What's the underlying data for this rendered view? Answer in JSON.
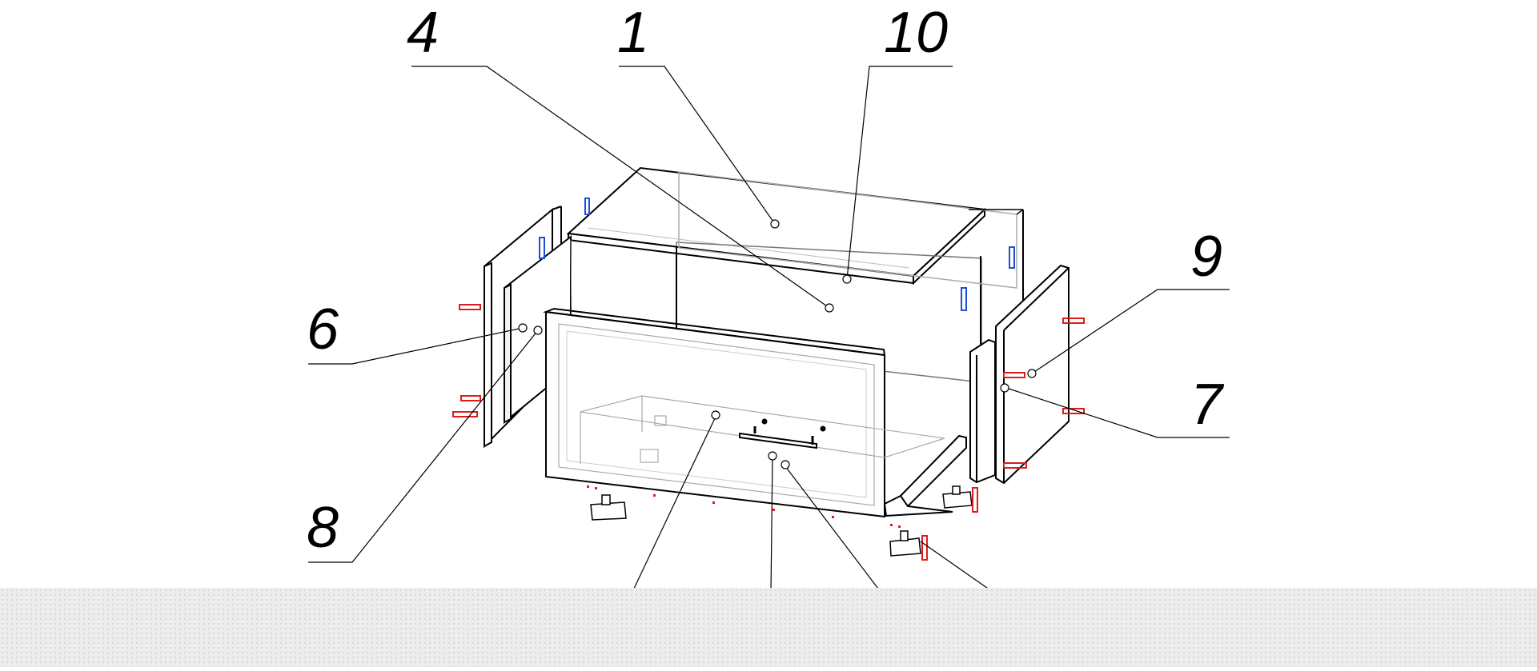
{
  "diagram": {
    "callouts": [
      {
        "id": "4",
        "text": "4"
      },
      {
        "id": "1",
        "text": "1"
      },
      {
        "id": "10",
        "text": "10"
      },
      {
        "id": "9",
        "text": "9"
      },
      {
        "id": "6",
        "text": "6"
      },
      {
        "id": "7",
        "text": "7"
      },
      {
        "id": "8",
        "text": "8"
      }
    ],
    "colors": {
      "line": "#000000",
      "panel_ghost": "#9a9a9a",
      "fastener_red": "#e01b1b",
      "fastener_blue": "#1a4fd8",
      "background_band": "#ededed"
    },
    "icons": [
      "cam-lock-fastener",
      "adjustable-foot",
      "drawer-handle",
      "dowel-pin"
    ]
  }
}
